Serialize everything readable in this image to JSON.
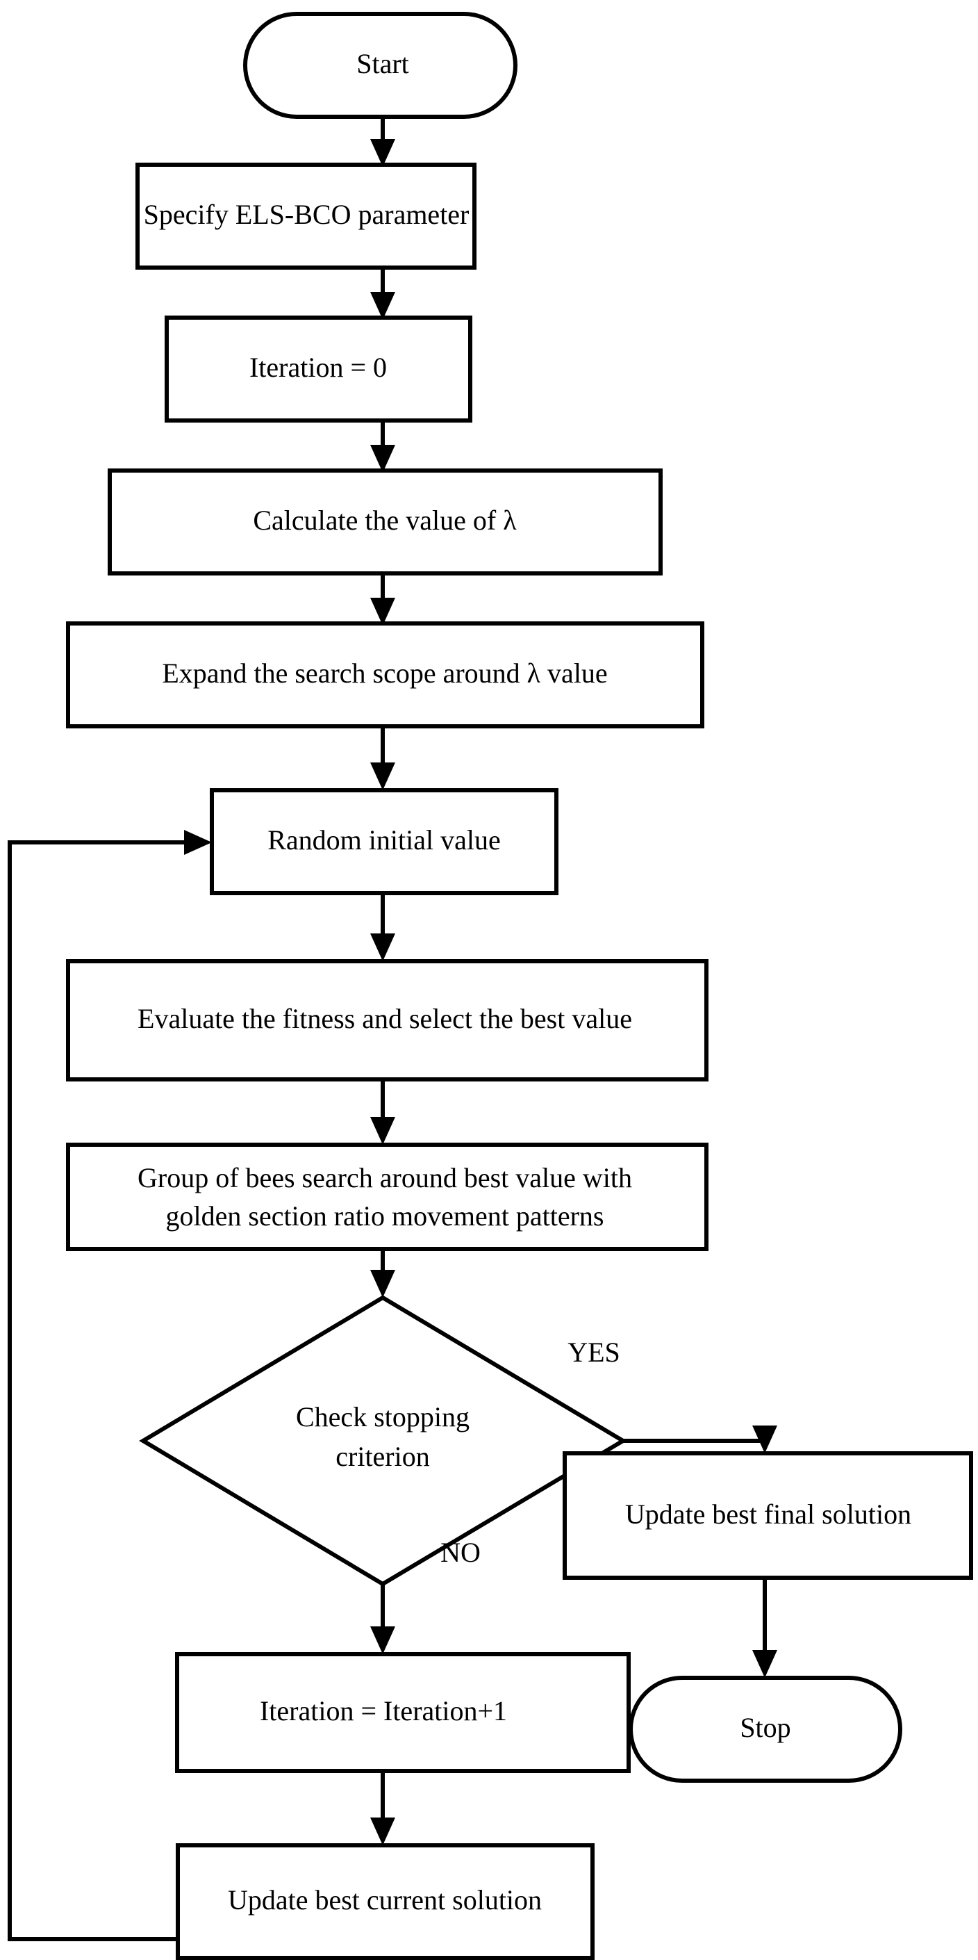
{
  "diagram": {
    "type": "flowchart",
    "title": "ELS-BCO algorithm flowchart",
    "orientation": "top-to-bottom",
    "background_color": "#ffffff",
    "line_color": "#000000",
    "text_color": "#000000",
    "nodes": [
      {
        "id": "start",
        "shape": "stadium",
        "label": "Start"
      },
      {
        "id": "specify",
        "shape": "rectangle",
        "label": "Specify ELS-BCO parameter"
      },
      {
        "id": "iter0",
        "shape": "rectangle",
        "label": "Iteration = 0"
      },
      {
        "id": "calc_lambda",
        "shape": "rectangle",
        "label": "Calculate the value of λ"
      },
      {
        "id": "expand_scope",
        "shape": "rectangle",
        "label": "Expand the search scope around λ value"
      },
      {
        "id": "random_init",
        "shape": "rectangle",
        "label": "Random initial value"
      },
      {
        "id": "evaluate",
        "shape": "rectangle",
        "label": "Evaluate the fitness and select the best value"
      },
      {
        "id": "bees_search_l1",
        "shape": "rectangle",
        "label": "Group of bees search around best value with"
      },
      {
        "id": "bees_search_l2",
        "shape": "rectangle",
        "label": "golden section ratio movement patterns"
      },
      {
        "id": "check_l1",
        "shape": "diamond",
        "label": "Check stopping"
      },
      {
        "id": "check_l2",
        "shape": "diamond",
        "label": "criterion"
      },
      {
        "id": "update_final",
        "shape": "rectangle",
        "label": "Update best final solution"
      },
      {
        "id": "stop",
        "shape": "stadium",
        "label": "Stop"
      },
      {
        "id": "iter_inc",
        "shape": "rectangle",
        "label": "Iteration = Iteration+1"
      },
      {
        "id": "update_current",
        "shape": "rectangle",
        "label": "Update best current solution"
      }
    ],
    "branch_labels": {
      "yes": "YES",
      "no": "NO"
    },
    "edges": [
      {
        "from": "start",
        "to": "specify",
        "label": ""
      },
      {
        "from": "specify",
        "to": "iter0",
        "label": ""
      },
      {
        "from": "iter0",
        "to": "calc_lambda",
        "label": ""
      },
      {
        "from": "calc_lambda",
        "to": "expand_scope",
        "label": ""
      },
      {
        "from": "expand_scope",
        "to": "random_init",
        "label": ""
      },
      {
        "from": "random_init",
        "to": "evaluate",
        "label": ""
      },
      {
        "from": "evaluate",
        "to": "bees_search",
        "label": ""
      },
      {
        "from": "bees_search",
        "to": "check",
        "label": ""
      },
      {
        "from": "check",
        "to": "update_final",
        "label": "YES"
      },
      {
        "from": "check",
        "to": "iter_inc",
        "label": "NO"
      },
      {
        "from": "update_final",
        "to": "stop",
        "label": ""
      },
      {
        "from": "iter_inc",
        "to": "update_current",
        "label": ""
      },
      {
        "from": "update_current",
        "to": "random_init",
        "label": ""
      }
    ]
  }
}
